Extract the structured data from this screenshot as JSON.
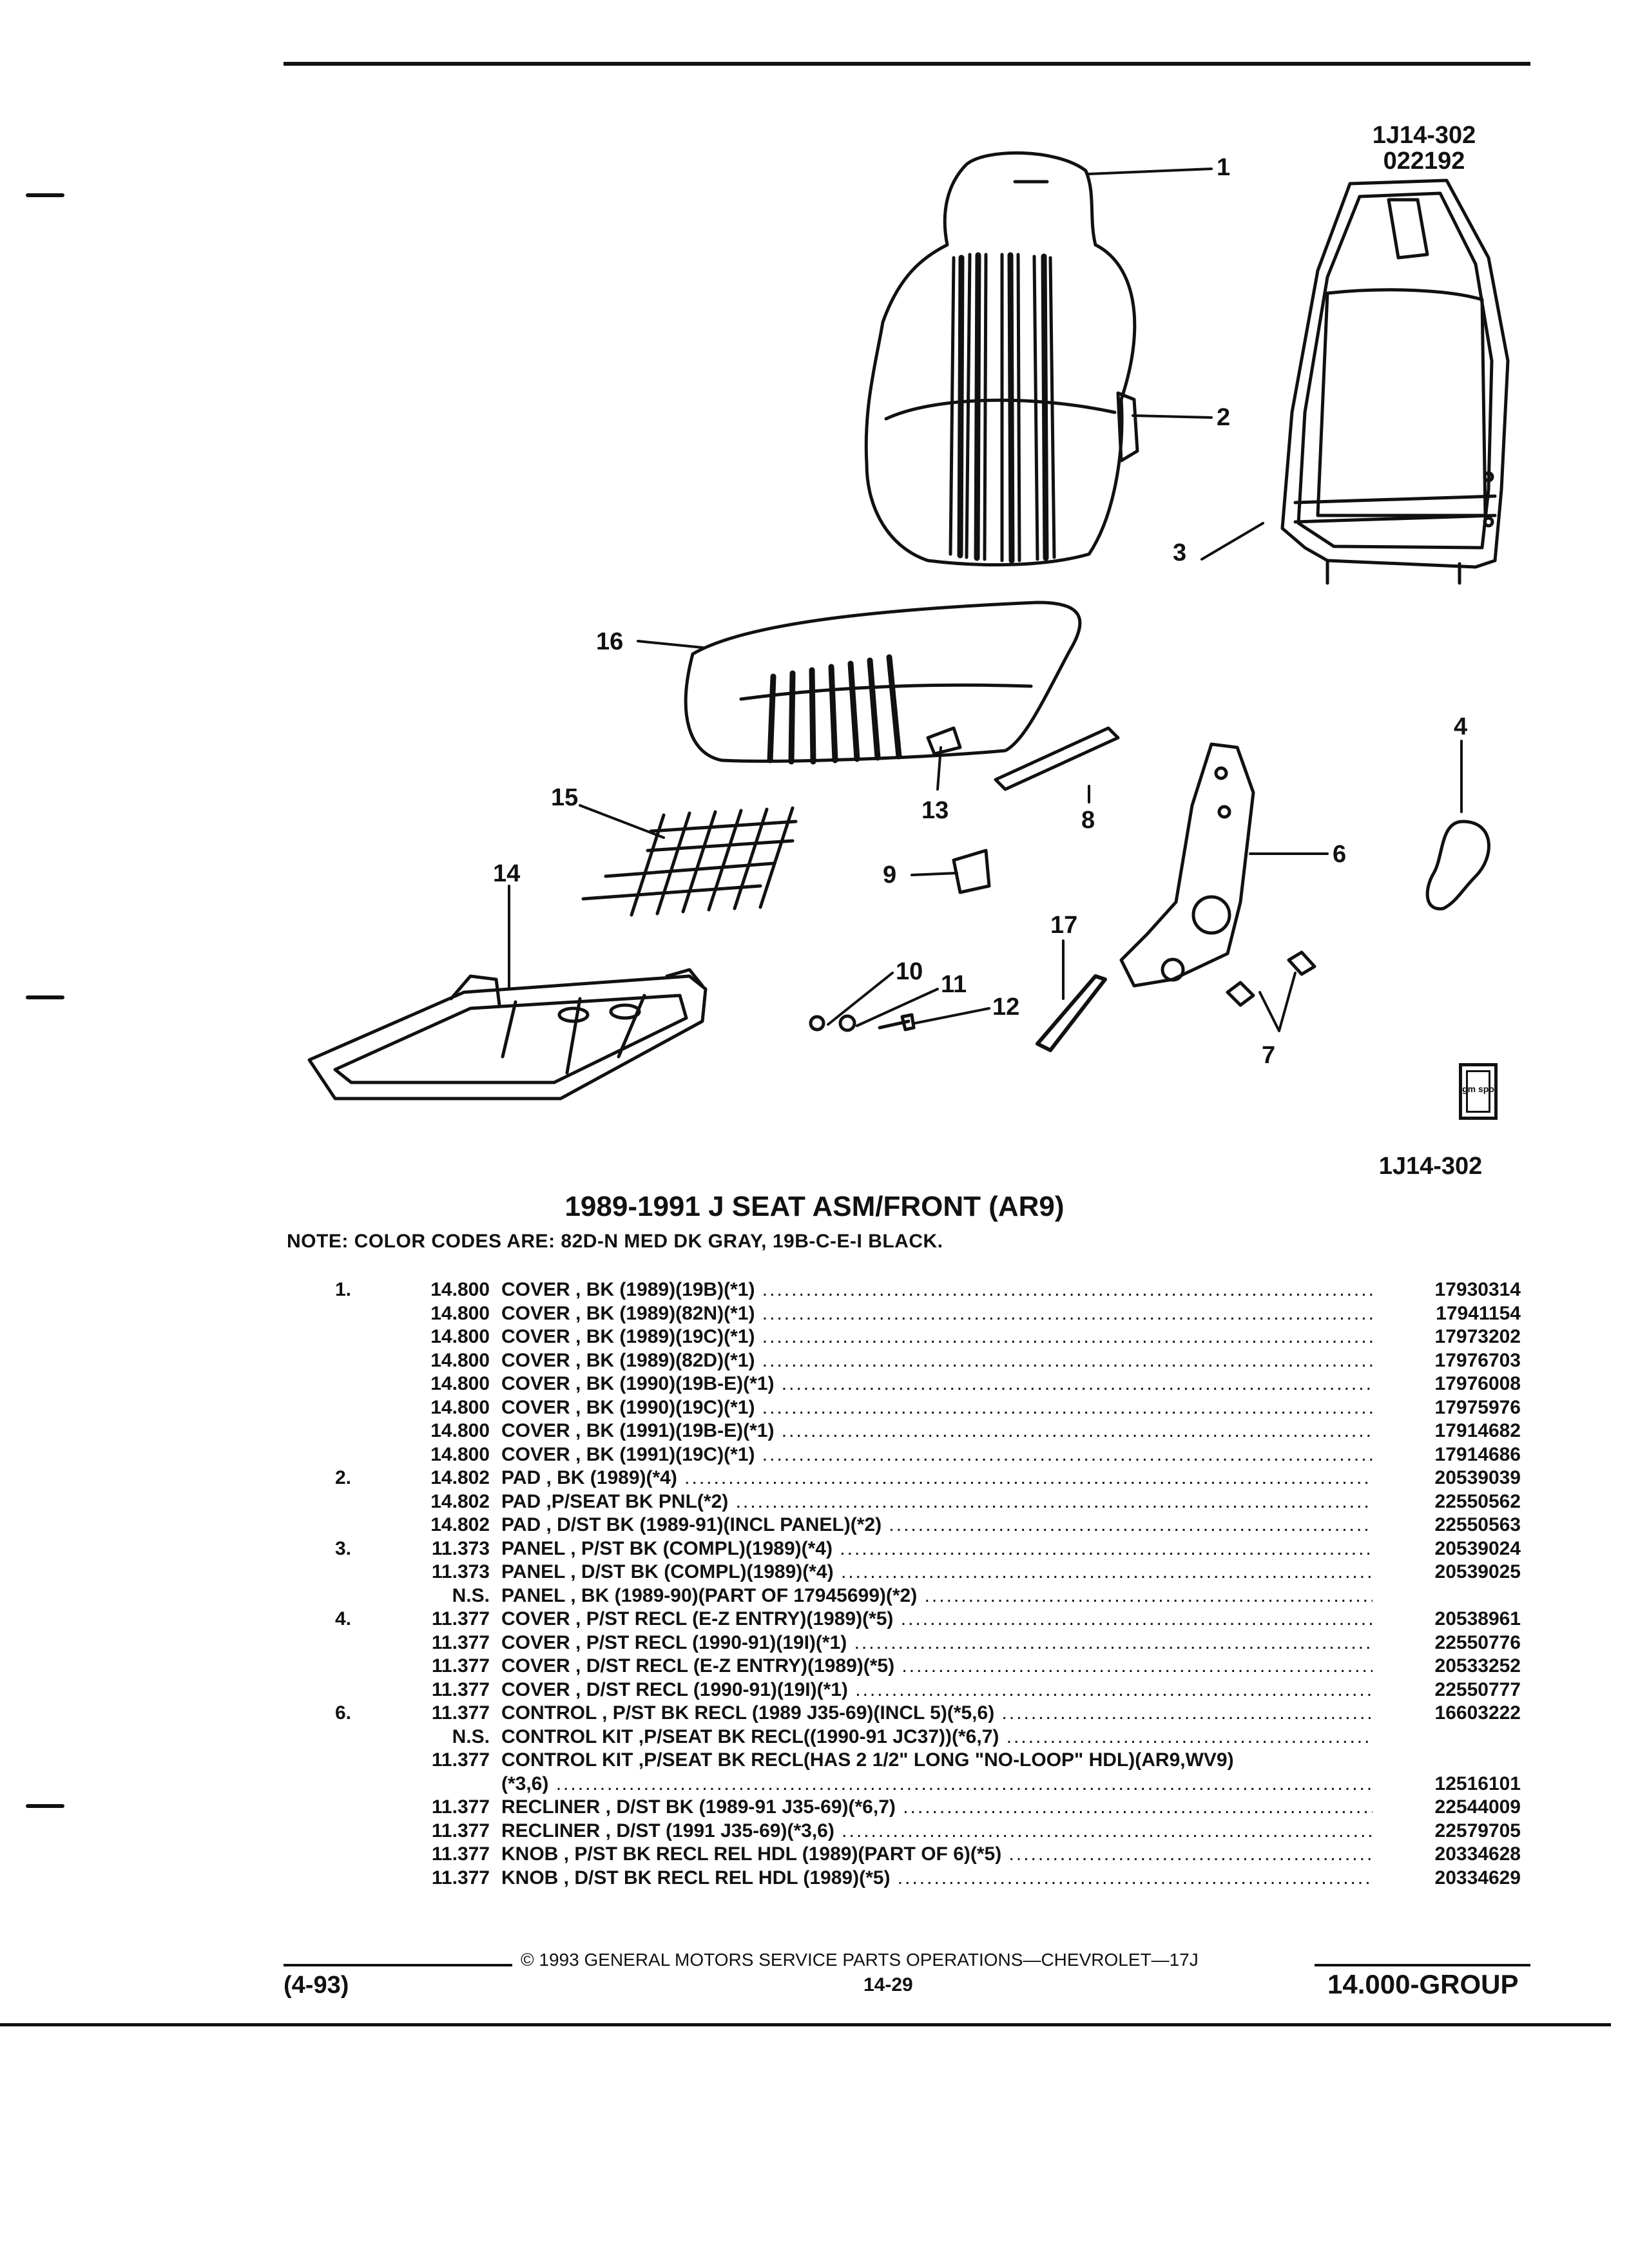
{
  "figure": {
    "id_top": "1J14-302",
    "date_code": "022192",
    "id_bottom": "1J14-302",
    "callouts": [
      "1",
      "2",
      "3",
      "4",
      "6",
      "7",
      "8",
      "9",
      "10",
      "11",
      "12",
      "13",
      "14",
      "15",
      "16",
      "17"
    ],
    "logo_text": "gm spo"
  },
  "title": "1989-1991 J SEAT ASM/FRONT (AR9)",
  "note": "NOTE:  COLOR CODES ARE: 82D-N MED DK GRAY, 19B-C-E-I BLACK.",
  "parts": [
    {
      "ref": "1.",
      "group": "14.800",
      "desc": "COVER , BK (1989)(19B)(*1)",
      "pn": "17930314"
    },
    {
      "ref": "",
      "group": "14.800",
      "desc": "COVER , BK (1989)(82N)(*1)",
      "pn": "17941154"
    },
    {
      "ref": "",
      "group": "14.800",
      "desc": "COVER , BK (1989)(19C)(*1)",
      "pn": "17973202"
    },
    {
      "ref": "",
      "group": "14.800",
      "desc": "COVER , BK (1989)(82D)(*1)",
      "pn": "17976703"
    },
    {
      "ref": "",
      "group": "14.800",
      "desc": "COVER , BK (1990)(19B-E)(*1)",
      "pn": "17976008"
    },
    {
      "ref": "",
      "group": "14.800",
      "desc": "COVER , BK (1990)(19C)(*1)",
      "pn": "17975976"
    },
    {
      "ref": "",
      "group": "14.800",
      "desc": "COVER , BK (1991)(19B-E)(*1)",
      "pn": "17914682"
    },
    {
      "ref": "",
      "group": "14.800",
      "desc": "COVER , BK (1991)(19C)(*1)",
      "pn": "17914686"
    },
    {
      "ref": "2.",
      "group": "14.802",
      "desc": "PAD , BK (1989)(*4)",
      "pn": "20539039"
    },
    {
      "ref": "",
      "group": "14.802",
      "desc": "PAD ,P/SEAT BK PNL(*2)",
      "pn": "22550562"
    },
    {
      "ref": "",
      "group": "14.802",
      "desc": "PAD , D/ST BK (1989-91)(INCL PANEL)(*2)",
      "pn": "22550563"
    },
    {
      "ref": "3.",
      "group": "11.373",
      "desc": "PANEL , P/ST BK (COMPL)(1989)(*4)",
      "pn": "20539024"
    },
    {
      "ref": "",
      "group": "11.373",
      "desc": "PANEL , D/ST BK (COMPL)(1989)(*4)",
      "pn": "20539025"
    },
    {
      "ref": "",
      "group": "N.S.",
      "desc": "PANEL , BK (1989-90)(PART OF 17945699)(*2)",
      "pn": ""
    },
    {
      "ref": "4.",
      "group": "11.377",
      "desc": "COVER , P/ST RECL (E-Z ENTRY)(1989)(*5)",
      "pn": "20538961"
    },
    {
      "ref": "",
      "group": "11.377",
      "desc": "COVER , P/ST RECL (1990-91)(19I)(*1)",
      "pn": "22550776"
    },
    {
      "ref": "",
      "group": "11.377",
      "desc": "COVER , D/ST RECL (E-Z ENTRY)(1989)(*5)",
      "pn": "20533252"
    },
    {
      "ref": "",
      "group": "11.377",
      "desc": "COVER , D/ST RECL (1990-91)(19I)(*1)",
      "pn": "22550777"
    },
    {
      "ref": "6.",
      "group": "11.377",
      "desc": "CONTROL , P/ST BK RECL (1989 J35-69)(INCL 5)(*5,6)",
      "pn": "16603222"
    },
    {
      "ref": "",
      "group": "N.S.",
      "desc": "CONTROL KIT ,P/SEAT BK RECL((1990-91 JC37))(*6,7)",
      "pn": ""
    },
    {
      "ref": "",
      "group": "11.377",
      "desc": "CONTROL KIT ,P/SEAT BK RECL(HAS 2 1/2\" LONG \"NO-LOOP\" HDL)(AR9,WV9)",
      "pn": "",
      "nodots": true
    },
    {
      "ref": "",
      "group": "",
      "desc": "(*3,6)",
      "pn": "12516101"
    },
    {
      "ref": "",
      "group": "11.377",
      "desc": "RECLINER , D/ST BK (1989-91 J35-69)(*6,7)",
      "pn": "22544009"
    },
    {
      "ref": "",
      "group": "11.377",
      "desc": "RECLINER , D/ST (1991 J35-69)(*3,6)",
      "pn": "22579705"
    },
    {
      "ref": "",
      "group": "11.377",
      "desc": "KNOB , P/ST BK RECL REL HDL (1989)(PART OF 6)(*5)",
      "pn": "20334628"
    },
    {
      "ref": "",
      "group": "11.377",
      "desc": "KNOB , D/ST BK RECL REL HDL (1989)(*5)",
      "pn": "20334629"
    }
  ],
  "footer": {
    "copyright": "©  1993  GENERAL MOTORS SERVICE PARTS OPERATIONS—CHEVROLET—17J",
    "date": "(4-93)",
    "page": "14-29",
    "group": "14.000-GROUP"
  }
}
